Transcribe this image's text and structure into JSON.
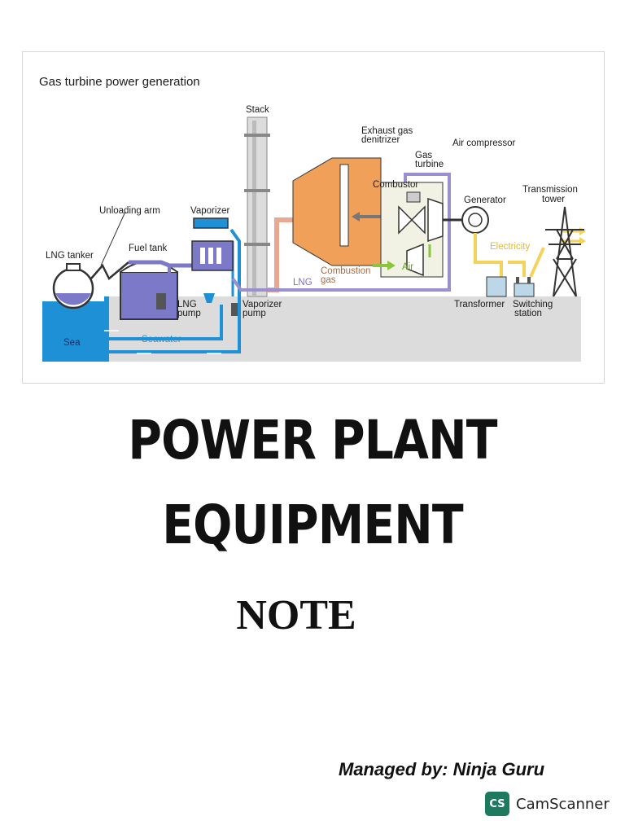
{
  "diagram": {
    "title": "Gas turbine power generation",
    "labels": {
      "stack": "Stack",
      "exhaust_gas_1": "Exhaust gas",
      "exhaust_gas_2": "denitrizer",
      "air_compressor": "Air compressor",
      "gas_turbine_1": "Gas",
      "gas_turbine_2": "turbine",
      "combustor": "Combustor",
      "generator": "Generator",
      "transmission_tower_1": "Transmission",
      "transmission_tower_2": "tower",
      "unloading_arm": "Unloading arm",
      "vaporizer": "Vaporizer",
      "lng_tanker": "LNG tanker",
      "fuel_tank": "Fuel tank",
      "electricity": "Electricity",
      "combustion_gas_1": "Combustion",
      "combustion_gas_2": "gas",
      "air": "Air",
      "lng": "LNG",
      "lng_pump_1": "LNG",
      "lng_pump_2": "pump",
      "vaporizer_pump_1": "Vaporizer",
      "vaporizer_pump_2": "pump",
      "transformer": "Transformer",
      "switching_station_1": "Switching",
      "switching_station_2": "station",
      "sea": "Sea",
      "seawater": "Seawater"
    },
    "colors": {
      "sea": "#1e90d6",
      "ground": "#dcdcdc",
      "turbine_box": "#f0a058",
      "lng_tank": "#7b79c8",
      "lng_line": "#9b8fd0",
      "exhaust_line": "#e8a892",
      "electricity": "#f5d25a",
      "air": "#8cc43c"
    }
  },
  "cover": {
    "title_line1": "POWER PLANT",
    "title_line2": "EQUIPMENT",
    "subtitle": "NOTE",
    "managed_by": "Managed by: Ninja Guru"
  },
  "watermark": {
    "logo_text": "CS",
    "app_name": "CamScanner"
  }
}
